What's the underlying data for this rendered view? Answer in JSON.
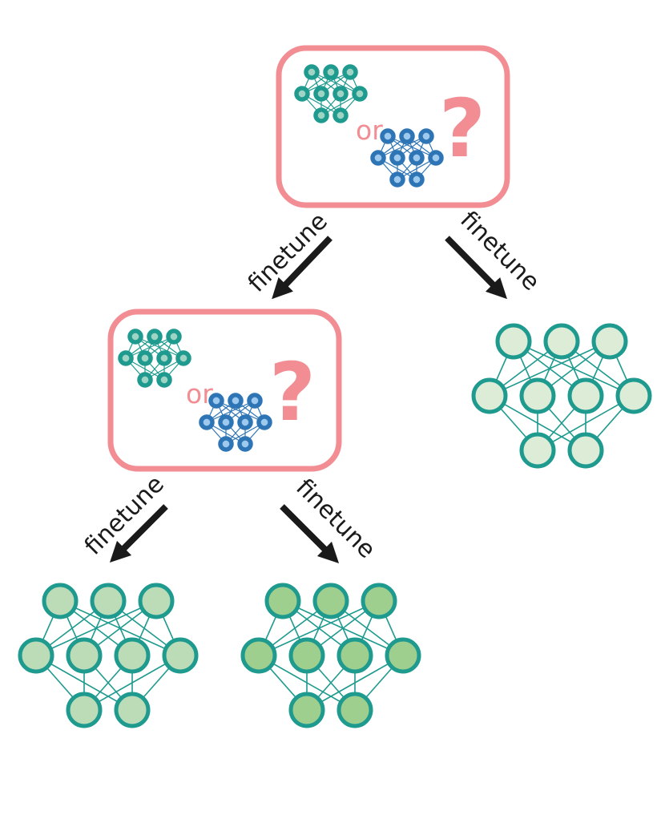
{
  "diagram": {
    "edge_label": "finetune",
    "choice_word": "or",
    "question_mark": "?"
  },
  "colors": {
    "box_stroke": "#f28e93",
    "choice_text": "#f28e93",
    "arrow": "#1a1a1a",
    "teal_stroke": "#1e9a8f",
    "teal_fill": "#9fd3c4",
    "blue_stroke": "#2e75b6",
    "blue_fill": "#9ec9ee",
    "net_right_fill": "#dcecd6",
    "net_left_fill": "#bcdcb7",
    "net_mid_fill": "#9fcf8e",
    "edge_line": "#1e9a8f"
  },
  "nodes": [
    {
      "id": "choice-box-top",
      "kind": "choice"
    },
    {
      "id": "choice-box-middle",
      "kind": "choice"
    },
    {
      "id": "network-right",
      "kind": "network"
    },
    {
      "id": "network-bottom-left",
      "kind": "network"
    },
    {
      "id": "network-bottom-middle",
      "kind": "network"
    }
  ],
  "edges": [
    {
      "from": "choice-box-top",
      "to": "choice-box-middle",
      "label": "finetune"
    },
    {
      "from": "choice-box-top",
      "to": "network-right",
      "label": "finetune"
    },
    {
      "from": "choice-box-middle",
      "to": "network-bottom-left",
      "label": "finetune"
    },
    {
      "from": "choice-box-middle",
      "to": "network-bottom-middle",
      "label": "finetune"
    }
  ]
}
